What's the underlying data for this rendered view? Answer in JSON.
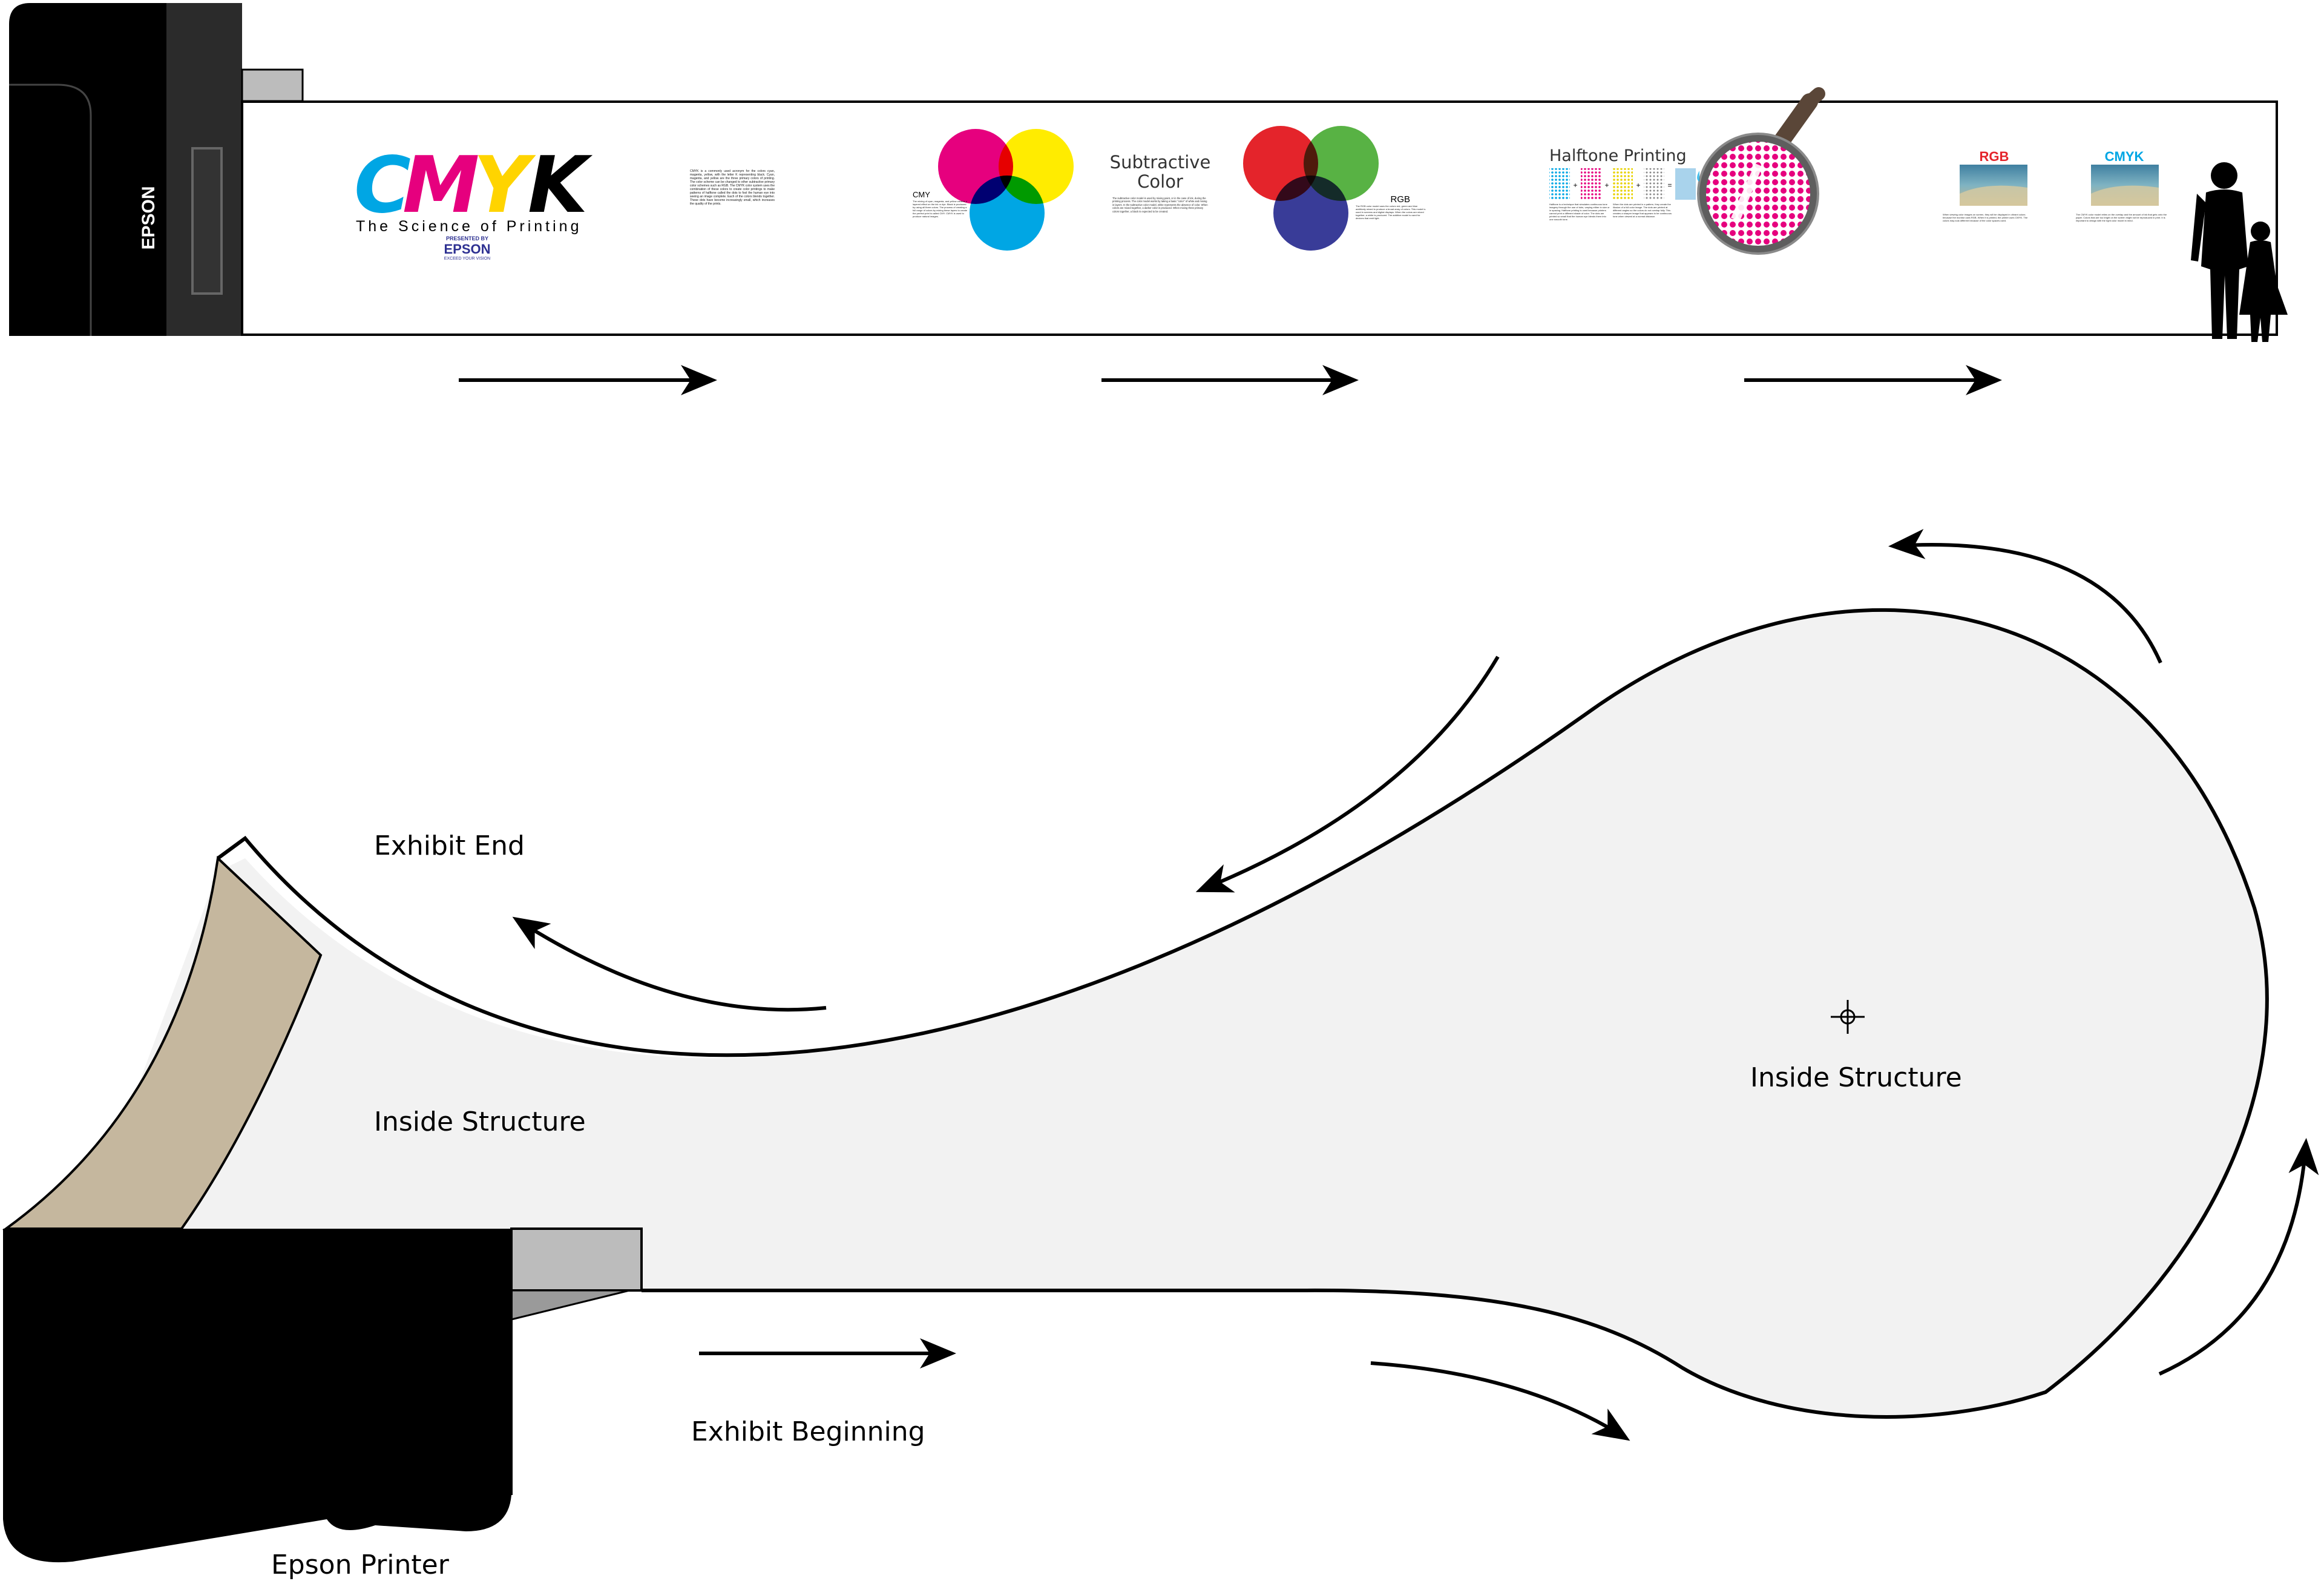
{
  "colors": {
    "cyan": "#00a6e4",
    "magenta": "#e6007e",
    "yellow": "#ffec00",
    "black": "#000000",
    "red": "#e4242b",
    "green": "#4fae3a",
    "blue": "#2e3192",
    "floor": "#f2f2f2",
    "tan": "#c5b79e"
  },
  "elevation": {
    "printer_brand": "EPSON",
    "banner_cmyk": {
      "letters": [
        "C",
        "M",
        "Y",
        "K"
      ],
      "subtitle": "The Science of Printing",
      "presented_by": "PRESENTED BY",
      "sponsor": "EPSON",
      "sponsor_tagline": "EXCEED YOUR VISION"
    },
    "intro_text": "CMYK is a commonly used acronym for the colors cyan, magenta, yellow, with the letter K representing black. Cyan, magenta, and yellow are the three primary colors of printing. The color scheme can be changed to other subtractive primary color schemes such as RGB. The CMYK color system uses the combination of these colors to create color printings to make patterns of halftone called the dots to fool the human eye into seeing an image complete. Each of the colors blends together. These dots have become increasingly small, which increases the quality of the prints.",
    "cmy_label": "CMY",
    "cmy_text": "The mixing of cyan, magenta, and yellow creates a layered effect on the ink or dye. Black is produced by using all three colors. The process of creating a full range of colors by mixing these layers to create the perfect print is called CMY. CMYK is used to produce natural images.",
    "subtractive_title_1": "Subtractive",
    "subtractive_title_2": "Color",
    "subtractive_text": "The subtractive color model is used by mixing paint, or in the case of ink, during the printing process. The color model works by taking a basic \"color\" of white and mixing in layers. In the subtractive color model, white represents the absence of color. When colors are mixed together, a darker color is produced. When mixing three primary colors together, a black is expected to be created.",
    "rgb_label": "RGB",
    "rgb_text": "The RGB color model uses the colors red, green and blue additively mixed to produce a broad array of colors. This model is used in screens and digital displays. When the colors are mixed together, a white is produced. The additive model is used for devices that emit light.",
    "halftone_title": "Halftone Printing",
    "halftone_text_1": "Halftone is a technique that simulates continuous tone imagery through the use of dots, varying either in size or in spacing. Halftone printing is used because printers cannot print a different shade of color. The dots are printed so small that the human eye blends them into one smooth tone.",
    "halftone_text_2": "When the dots are printed in a pattern, they create the illusion of a full color image. The dots are printed at different angles so the colors do not overlap fully. This creates a sharper image that appears to be continuous tone when viewed at a normal distance.",
    "halftone_ops": [
      "+",
      "+",
      "+",
      "="
    ],
    "compare_rgb_title": "RGB",
    "compare_cmyk_title": "CMYK",
    "compare_rgb_text": "When viewing color images on screen, they will be displayed in vibrant colors because the monitor uses RGB. When it is printed, the printer uses CMYK. The colors may look different because of the color spaces used.",
    "compare_cmyk_text": "The CMYK color model relies on the overlap and the amount of ink that gets onto the paper. Colors that are too bright on the screen might not be reproduced in print. It is important to design with the right color model in mind."
  },
  "plan": {
    "labels": {
      "exhibit_end": "Exhibit End",
      "inside_left": "Inside Structure",
      "inside_right": "Inside Structure",
      "exhibit_beginning": "Exhibit Beginning",
      "epson_printer": "Epson Printer"
    }
  }
}
